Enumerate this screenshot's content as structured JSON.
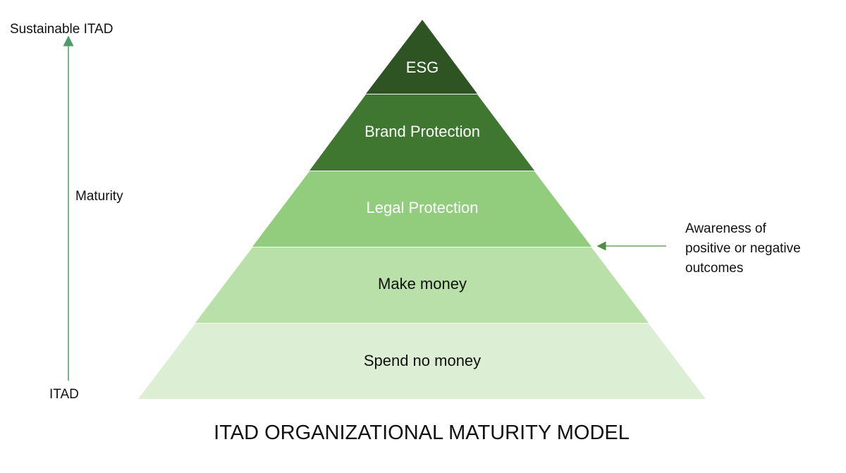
{
  "diagram": {
    "title": "ITAD ORGANIZATIONAL MATURITY MODEL",
    "axis": {
      "top_label": "Sustainable ITAD",
      "middle_label": "Maturity",
      "bottom_label": "ITAD",
      "arrow_color": "#4f9a6a"
    },
    "annotation": {
      "lines": [
        "Awareness of",
        "positive or negative",
        "outcomes"
      ],
      "arrow_color": "#4f8f3f"
    },
    "tiers": [
      {
        "label": "ESG",
        "fill": "#2e5424",
        "text_color": "#ffffff"
      },
      {
        "label": "Brand Protection",
        "fill": "#3f7731",
        "text_color": "#ffffff"
      },
      {
        "label": "Legal Protection",
        "fill": "#91cd7c",
        "text_color": "#ffffff"
      },
      {
        "label": "Make money",
        "fill": "#b9e0a8",
        "text_color": "#111111"
      },
      {
        "label": "Spend no money",
        "fill": "#dcefd4",
        "text_color": "#111111"
      }
    ]
  }
}
